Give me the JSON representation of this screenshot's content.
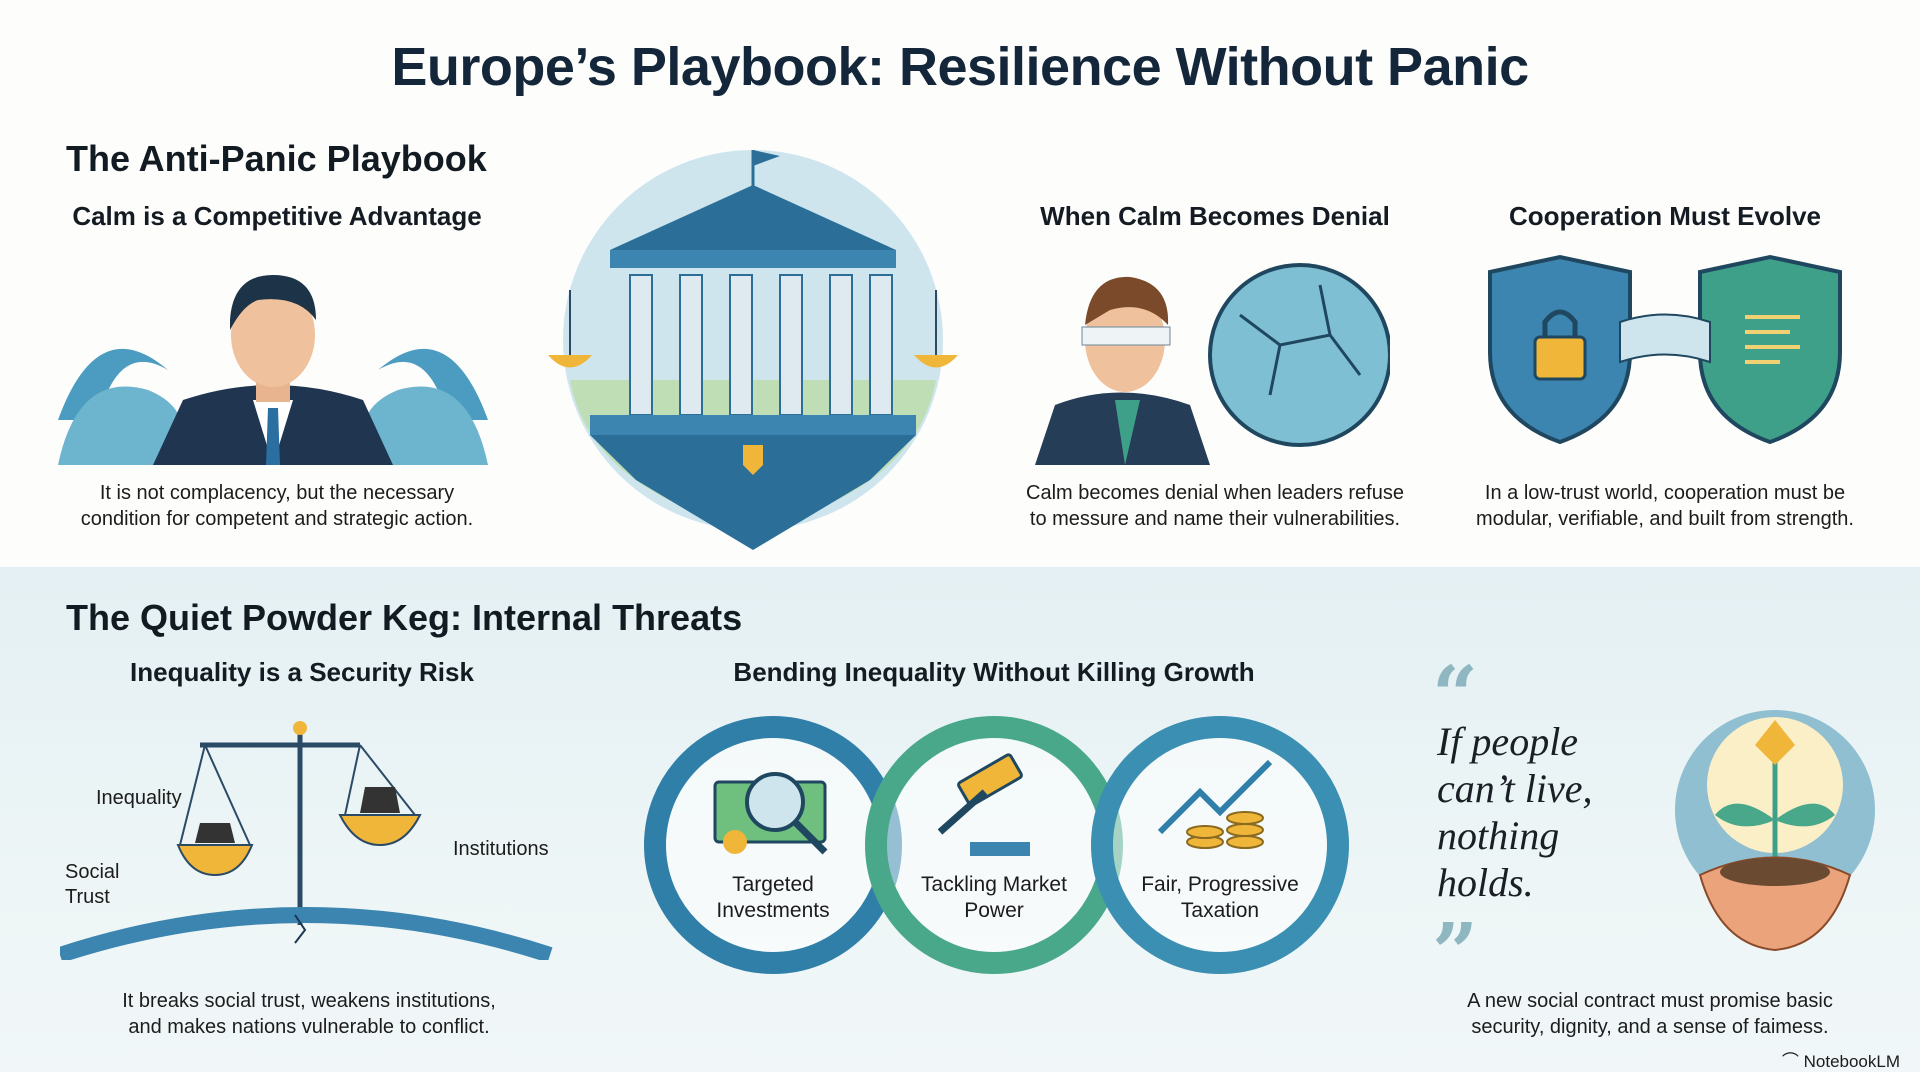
{
  "title": "Europe’s Playbook: Resilience Without Panic",
  "top": {
    "heading": "The Anti-Panic Playbook",
    "columns": [
      {
        "heading": "Calm is a Competitive Advantage",
        "caption": [
          "It is not complacency, but the necessary",
          "condition for competent and strategic action."
        ],
        "icon": "calm-businessman-waves-icon"
      },
      {
        "icon": "eu-temple-scales-icon"
      },
      {
        "heading": "When Calm Becomes Denial",
        "caption": [
          "Calm becomes denial when leaders refuse",
          "to messure and name their vulnerabilities."
        ],
        "icon": "blindfolded-man-cracked-globe-icon"
      },
      {
        "heading": "Cooperation Must Evolve",
        "caption": [
          "In a low-trust world, cooperation must be",
          "modular, verifiable, and built from strength."
        ],
        "icon": "linked-shields-icon"
      }
    ]
  },
  "bottom": {
    "heading": "The Quiet Powder Keg: Internal Threats",
    "inequality": {
      "heading": "Inequality is a Security Risk",
      "labels": {
        "inequality": "Inequality",
        "social_trust": [
          "Social",
          "Trust"
        ],
        "institutions": "Institutions"
      },
      "caption": [
        "It breaks social trust, weakens institutions,",
        "and makes nations vulnerable to conflict."
      ]
    },
    "bending": {
      "heading": "Bending Inequality Without Killing Growth",
      "items": [
        {
          "label": [
            "Targeted",
            "Investments"
          ],
          "icon": "money-magnifier-gears-icon",
          "color": "#2f7fa8"
        },
        {
          "label": [
            "Tackling Market",
            "Power"
          ],
          "icon": "gavel-icon",
          "color": "#4aa88a"
        },
        {
          "label": [
            "Fair, Progressive",
            "Taxation"
          ],
          "icon": "coins-growth-icon",
          "color": "#3a8fb3"
        }
      ]
    },
    "quote": {
      "open": "“",
      "lines": [
        "If people",
        "can’t live,",
        "nothing",
        "holds."
      ],
      "close": "”",
      "caption": [
        "A new social contract must promise basic",
        "security, dignity, and a sense of faimess."
      ],
      "icon": "hands-holding-sprout-icon"
    }
  },
  "brand": "NotebookLM",
  "colors": {
    "primary": "#2b6f99",
    "teal": "#3fa08a",
    "gold": "#f0b63a",
    "navy": "#14263a"
  }
}
